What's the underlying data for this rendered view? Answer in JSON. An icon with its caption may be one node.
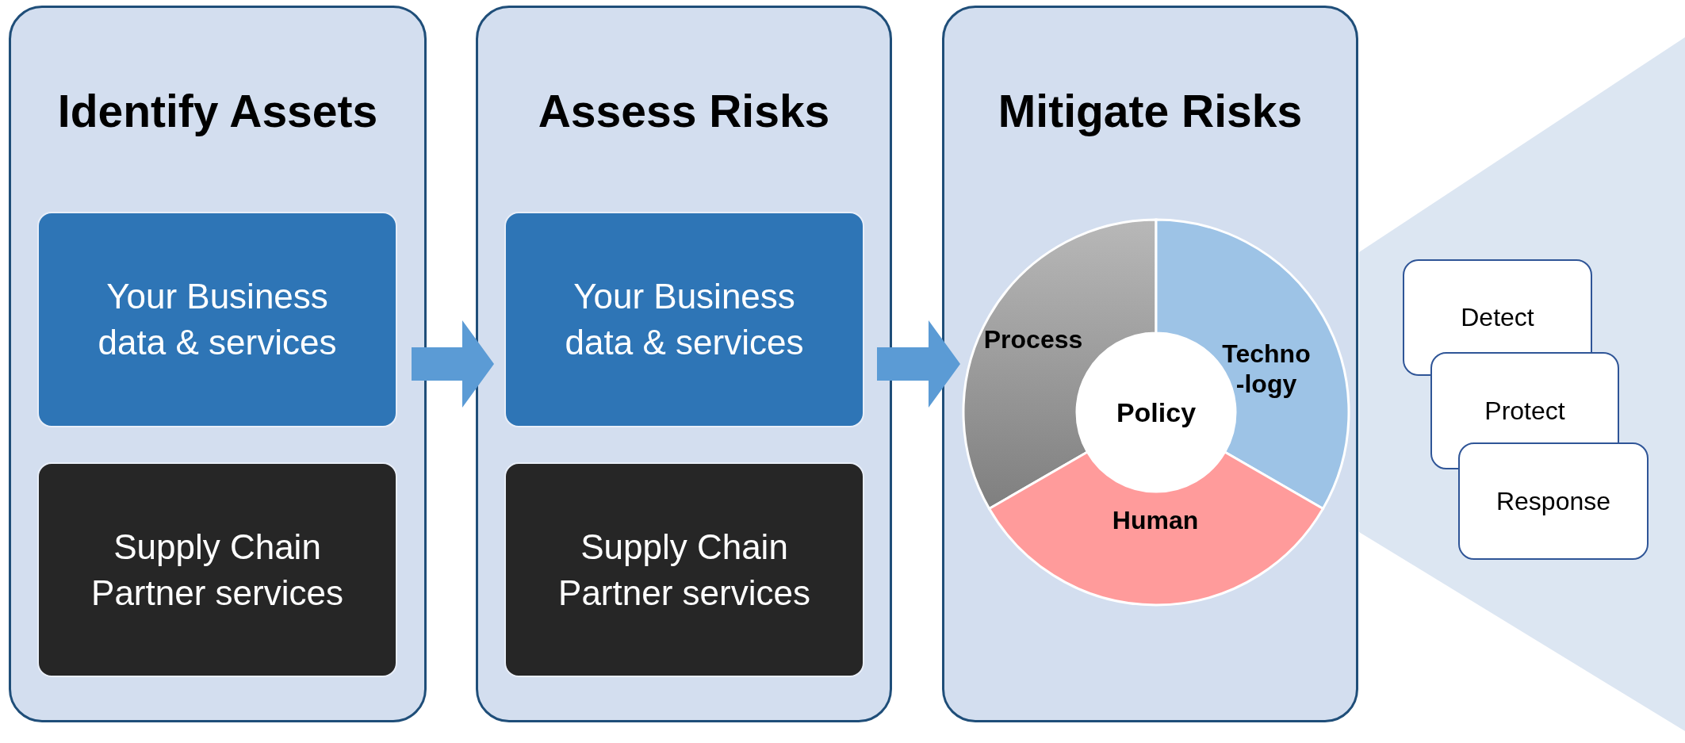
{
  "diagram": {
    "nodes": [
      {
        "text": [
          "Identify Assets"
        ]
      },
      {
        "text": [
          "Your Business data & services"
        ],
        "in": 0
      },
      {
        "text": [
          "Supply Chain Partner services"
        ],
        "in": 0
      },
      {
        "text": [
          "Assess Risks"
        ]
      },
      {
        "text": [
          "Your Business data & services"
        ],
        "in": 3
      },
      {
        "text": [
          "Supply Chain Partner services"
        ],
        "in": 3
      },
      {
        "text": [
          "Mitigate Risks"
        ]
      },
      {
        "text": [
          "Process"
        ],
        "in": 6
      },
      {
        "text": [
          "Techno -logy"
        ],
        "in": 6
      },
      {
        "text": [
          "Human"
        ],
        "in": 6
      },
      {
        "text": [
          "Policy"
        ],
        "in": 6
      },
      {
        "text": [
          "Detect"
        ]
      },
      {
        "text": [
          "Protect"
        ]
      },
      {
        "text": [
          "Response"
        ]
      }
    ],
    "edges": [
      {
        "from": 0,
        "to": 3,
        "arrow": "to"
      },
      {
        "from": 3,
        "to": 6,
        "arrow": "to"
      }
    ]
  }
}
